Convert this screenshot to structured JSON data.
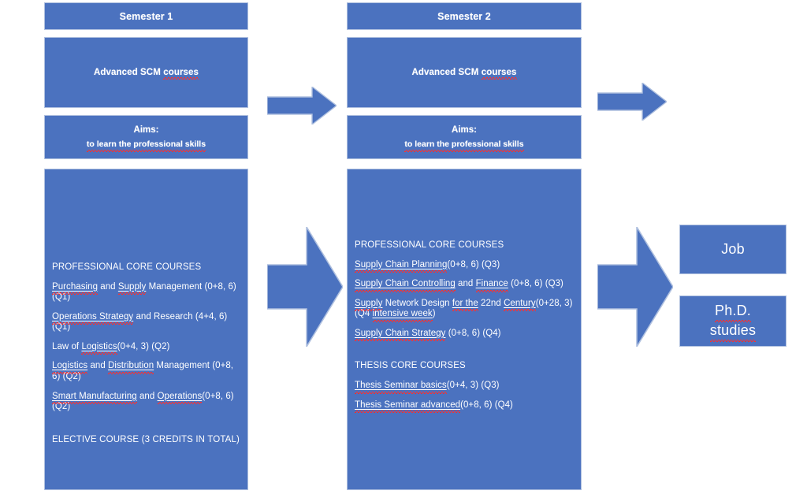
{
  "meta": {
    "accent_blue": "#4B72BF",
    "box_border": "#AFC0DF",
    "spellcheck_red": "#FF2F2F",
    "background": "#FFFFFF",
    "text_color": "#FFFFFF"
  },
  "columns": [
    {
      "id": "semester-1",
      "header": "Semester 1",
      "topic": "Advanced SCM courses",
      "aims_title": "Aims:",
      "aims_text": "to learn the professional skills",
      "sections": [
        {
          "heading": "PROFESSIONAL CORE COURSES",
          "items": [
            "Purchasing and Supply Management (0+8, 6) (Q1)",
            "Operations Strategy and Research (4+4, 6) (Q1)",
            "Law of Logistics (0+4, 3) (Q2)",
            "Logistics and Distribution Management (0+8, 6) (Q2)",
            "Smart Manufacturing and Operations (0+8, 6) (Q2)"
          ]
        },
        {
          "heading": "ELECTIVE COURSE (3 CREDITS IN TOTAL)",
          "items": []
        }
      ]
    },
    {
      "id": "semester-2",
      "header": "Semester 2",
      "topic": "Advanced SCM courses",
      "aims_title": "Aims:",
      "aims_text": "to learn the professional skills",
      "sections": [
        {
          "heading": "PROFESSIONAL CORE COURSES",
          "items": [
            "Supply Chain Planning (0+8, 6) (Q3)",
            "Supply Chain Controlling and Finance (0+8, 6) (Q3)",
            "Supply Network Design for the 22nd Century (0+28, 3) (Q4 intensive week)",
            "Supply Chain Strategy (0+8, 6) (Q4)"
          ]
        },
        {
          "heading": "THESIS CORE COURSES",
          "items": [
            "Thesis Seminar basics (0+4, 3) (Q3)",
            "Thesis Seminar advanced (0+8, 6) (Q4)"
          ]
        }
      ]
    }
  ],
  "outcomes": [
    {
      "id": "job",
      "label": "Job",
      "underlined": false
    },
    {
      "id": "phd",
      "label_line1": "Ph.D.",
      "label_line2": "studies",
      "underlined": true
    }
  ],
  "arrows": [
    {
      "id": "arrow-top-s1-to-s2",
      "size": "small"
    },
    {
      "id": "arrow-top-s2-to-out",
      "size": "small"
    },
    {
      "id": "arrow-main-s1-to-s2",
      "size": "large"
    },
    {
      "id": "arrow-main-s2-to-out",
      "size": "large"
    }
  ]
}
